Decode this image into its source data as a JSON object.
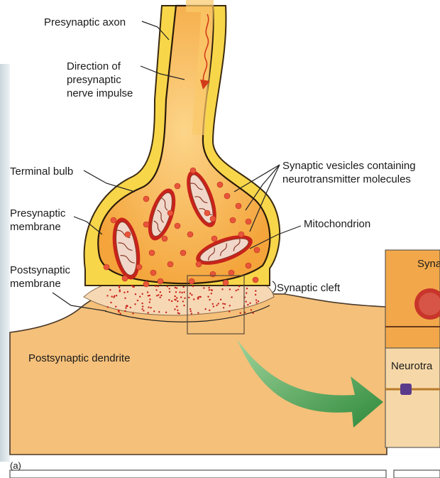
{
  "labels": {
    "presynaptic_axon": "Presynaptic axon",
    "direction": [
      "Direction of",
      "presynaptic",
      "nerve impulse"
    ],
    "terminal_bulb": "Terminal bulb",
    "presynaptic_membrane": [
      "Presynaptic",
      "membrane"
    ],
    "postsynaptic_membrane": [
      "Postsynaptic",
      "membrane"
    ],
    "synaptic_vesicles": [
      "Synaptic vesicles containing",
      "neurotransmitter molecules"
    ],
    "mitochondrion": "Mitochondrion",
    "synaptic_cleft": "Synaptic cleft",
    "postsynaptic_dendrite": "Postsynaptic dendrite",
    "inset_top_partial": "Syna",
    "inset_bottom_partial": "Neurotra",
    "panel_letter": "(a)"
  },
  "colors": {
    "axon_fill": "#f4a43a",
    "sheath": "#f8d64a",
    "dendrite": "#f5c07a",
    "vesicle": "#e8553a",
    "mitochondrion_outer": "#c8231a",
    "mitochondrion_inner": "#f1d7c9",
    "cleft": "#f7d8b5",
    "arrow": "#3a9a46"
  }
}
